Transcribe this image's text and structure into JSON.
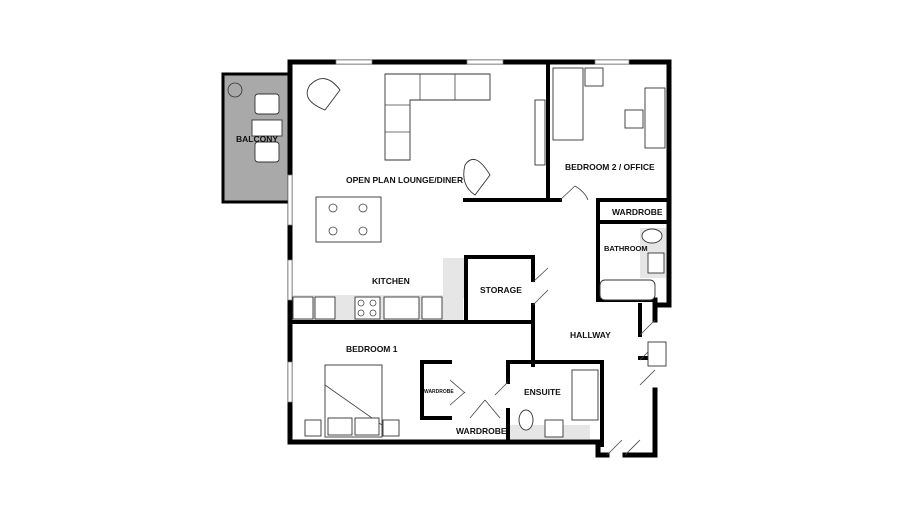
{
  "rooms": {
    "balcony": "BALCONY",
    "lounge": "OPEN PLAN LOUNGE/DINER",
    "bedroom2": "BEDROOM 2 / OFFICE",
    "wardrobe_bed2": "WARDROBE",
    "bathroom": "BATHROOM",
    "kitchen": "KITCHEN",
    "storage": "STORAGE",
    "hallway": "HALLWAY",
    "bedroom1": "BEDROOM 1",
    "wardrobe_small": "WARDROBE",
    "wardrobe_bed1": "WARDROBE",
    "ensuite": "ENSUITE"
  },
  "colors": {
    "walls": "#000000",
    "balcony_fill": "#a9a9a9",
    "fixture_fill": "#e6e6e6"
  }
}
